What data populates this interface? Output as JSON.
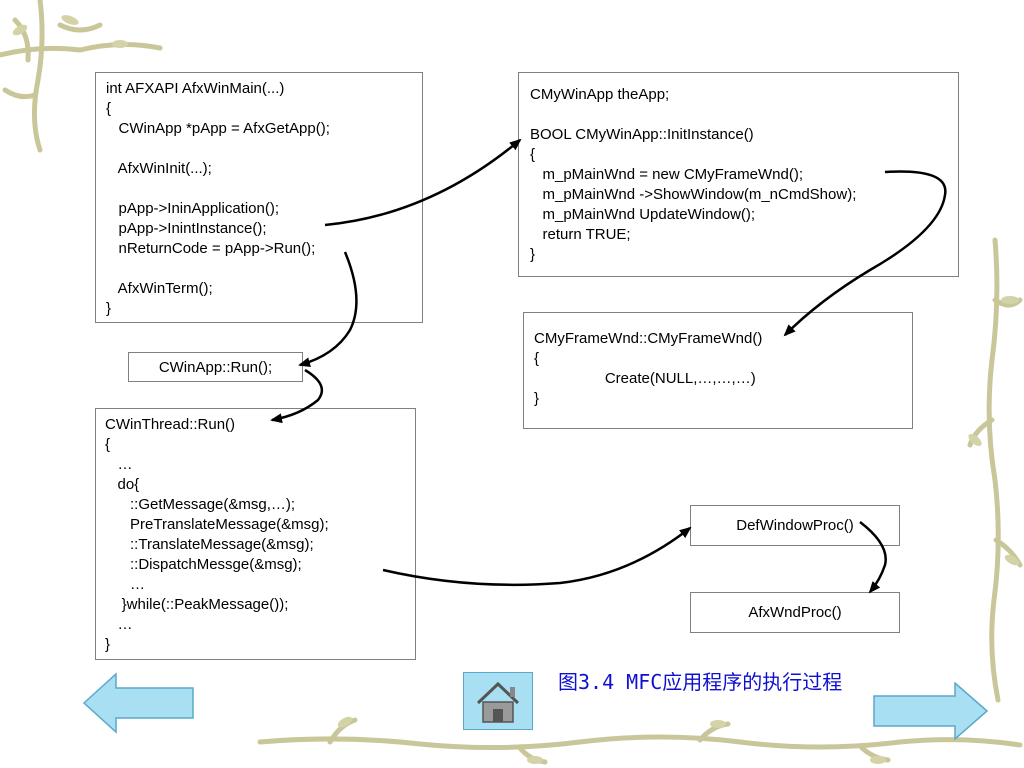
{
  "boxes": {
    "afxwinmain": [
      "int AFXAPI AfxWinMain(...)",
      "{",
      "   CWinApp *pApp = AfxGetApp();",
      "",
      "   AfxWinInit(...);",
      "",
      "   pApp->IninApplication();",
      "   pApp->InintInstance();",
      "   nReturnCode = pApp->Run();",
      "",
      "   AfxWinTerm();",
      "}"
    ],
    "initinstance": [
      "CMyWinApp theApp;",
      "",
      "BOOL CMyWinApp::InitInstance()",
      "{",
      "   m_pMainWnd = new CMyFrameWnd();",
      "   m_pMainWnd ->ShowWindow(m_nCmdShow);",
      "   m_pMainWnd UpdateWindow();",
      "   return TRUE;",
      "}"
    ],
    "framewnd": [
      "CMyFrameWnd::CMyFrameWnd()",
      "{",
      "                 Create(NULL,…,…,…)",
      "}"
    ],
    "winthread": [
      "CWinThread::Run()",
      "{",
      "   …",
      "   do{",
      "      ::GetMessage(&msg,…);",
      "      PreTranslateMessage(&msg);",
      "      ::TranslateMessage(&msg);",
      "      ::DispatchMessge(&msg);",
      "      …",
      "    }while(::PeakMessage());",
      "   …",
      "}"
    ]
  },
  "labels": {
    "winapp_run": "CWinApp::Run();",
    "defwindowproc": "DefWindowProc()",
    "afxwndproc": "AfxWndProc()"
  },
  "caption": "图3.4 MFC应用程序的执行过程",
  "icons": {
    "back": "left-arrow-icon",
    "home": "home-icon",
    "forward": "right-arrow-icon"
  },
  "colors": {
    "caption": "#1010d0",
    "nav_arrow_fill": "#a9dff2",
    "vine": "#c9c79a"
  }
}
